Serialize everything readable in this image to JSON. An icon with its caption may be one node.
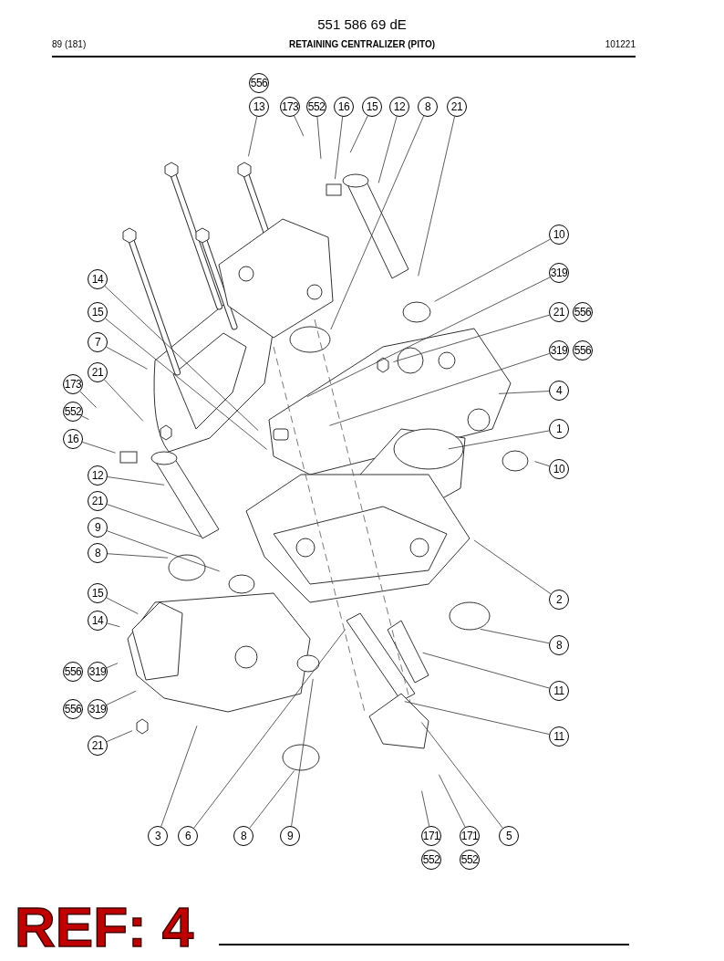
{
  "diagram": {
    "title": "RETAINING CENTRALIZER (PITO)",
    "nodes": [
      {
        "text": [
          "556"
        ]
      },
      {
        "text": [
          "13"
        ]
      },
      {
        "text": [
          "173"
        ]
      },
      {
        "text": [
          "552"
        ]
      },
      {
        "text": [
          "16"
        ]
      },
      {
        "text": [
          "15"
        ]
      },
      {
        "text": [
          "12"
        ]
      },
      {
        "text": [
          "8"
        ]
      },
      {
        "text": [
          "21"
        ]
      },
      {
        "text": [
          "10"
        ]
      },
      {
        "text": [
          "319"
        ]
      },
      {
        "text": [
          "21"
        ]
      },
      {
        "text": [
          "556"
        ]
      },
      {
        "text": [
          "319"
        ]
      },
      {
        "text": [
          "556"
        ]
      },
      {
        "text": [
          "4"
        ]
      },
      {
        "text": [
          "1"
        ]
      },
      {
        "text": [
          "10"
        ]
      },
      {
        "text": [
          "2"
        ]
      },
      {
        "text": [
          "8"
        ]
      },
      {
        "text": [
          "11"
        ]
      },
      {
        "text": [
          "11"
        ]
      },
      {
        "text": [
          "14"
        ]
      },
      {
        "text": [
          "15"
        ]
      },
      {
        "text": [
          "7"
        ]
      },
      {
        "text": [
          "21"
        ]
      },
      {
        "text": [
          "173"
        ]
      },
      {
        "text": [
          "552"
        ]
      },
      {
        "text": [
          "16"
        ]
      },
      {
        "text": [
          "12"
        ]
      },
      {
        "text": [
          "21"
        ]
      },
      {
        "text": [
          "9"
        ]
      },
      {
        "text": [
          "8"
        ]
      },
      {
        "text": [
          "15"
        ]
      },
      {
        "text": [
          "14"
        ]
      },
      {
        "text": [
          "556"
        ]
      },
      {
        "text": [
          "319"
        ]
      },
      {
        "text": [
          "556"
        ]
      },
      {
        "text": [
          "319"
        ]
      },
      {
        "text": [
          "21"
        ]
      },
      {
        "text": [
          "3"
        ]
      },
      {
        "text": [
          "6"
        ]
      },
      {
        "text": [
          "8"
        ]
      },
      {
        "text": [
          "9"
        ]
      },
      {
        "text": [
          "171"
        ]
      },
      {
        "text": [
          "171"
        ]
      },
      {
        "text": [
          "5"
        ]
      },
      {
        "text": [
          "552"
        ]
      },
      {
        "text": [
          "552"
        ]
      }
    ],
    "edges": [
      {
        "from": 1,
        "to": null,
        "arrow": "none"
      },
      {
        "from": 2,
        "to": null,
        "arrow": "none"
      },
      {
        "from": 3,
        "to": null,
        "arrow": "none"
      },
      {
        "from": 4,
        "to": null,
        "arrow": "none"
      },
      {
        "from": 5,
        "to": null,
        "arrow": "none"
      },
      {
        "from": 6,
        "to": null,
        "arrow": "none"
      },
      {
        "from": 7,
        "to": null,
        "arrow": "none"
      },
      {
        "from": 8,
        "to": null,
        "arrow": "none"
      },
      {
        "from": 9,
        "to": null,
        "arrow": "none"
      },
      {
        "from": 10,
        "to": null,
        "arrow": "none"
      },
      {
        "from": 11,
        "to": null,
        "arrow": "none"
      },
      {
        "from": 13,
        "to": null,
        "arrow": "none"
      },
      {
        "from": 15,
        "to": null,
        "arrow": "none"
      },
      {
        "from": 16,
        "to": null,
        "arrow": "none"
      },
      {
        "from": 17,
        "to": null,
        "arrow": "none"
      },
      {
        "from": 18,
        "to": null,
        "arrow": "none"
      },
      {
        "from": 19,
        "to": null,
        "arrow": "none"
      },
      {
        "from": 20,
        "to": null,
        "arrow": "none"
      },
      {
        "from": 21,
        "to": null,
        "arrow": "none"
      },
      {
        "from": 22,
        "to": null,
        "arrow": "none"
      },
      {
        "from": 23,
        "to": null,
        "arrow": "none"
      },
      {
        "from": 24,
        "to": null,
        "arrow": "none"
      },
      {
        "from": 25,
        "to": null,
        "arrow": "none"
      },
      {
        "from": 26,
        "to": null,
        "arrow": "none"
      },
      {
        "from": 27,
        "to": null,
        "arrow": "none"
      },
      {
        "from": 28,
        "to": null,
        "arrow": "none"
      },
      {
        "from": 29,
        "to": null,
        "arrow": "none"
      },
      {
        "from": 30,
        "to": null,
        "arrow": "none"
      },
      {
        "from": 31,
        "to": null,
        "arrow": "none"
      },
      {
        "from": 32,
        "to": null,
        "arrow": "none"
      },
      {
        "from": 33,
        "to": null,
        "arrow": "none"
      },
      {
        "from": 34,
        "to": null,
        "arrow": "none"
      },
      {
        "from": 36,
        "to": null,
        "arrow": "none"
      },
      {
        "from": 38,
        "to": null,
        "arrow": "none"
      },
      {
        "from": 39,
        "to": null,
        "arrow": "none"
      },
      {
        "from": 40,
        "to": null,
        "arrow": "none"
      },
      {
        "from": 41,
        "to": null,
        "arrow": "none"
      },
      {
        "from": 42,
        "to": null,
        "arrow": "none"
      },
      {
        "from": 43,
        "to": null,
        "arrow": "none"
      },
      {
        "from": 44,
        "to": null,
        "arrow": "none"
      },
      {
        "from": 45,
        "to": null,
        "arrow": "none"
      },
      {
        "from": 46,
        "to": null,
        "arrow": "none"
      }
    ],
    "labels": [
      "551 586 69 dE",
      "89 (181)",
      "101221",
      "REF: 4"
    ]
  }
}
